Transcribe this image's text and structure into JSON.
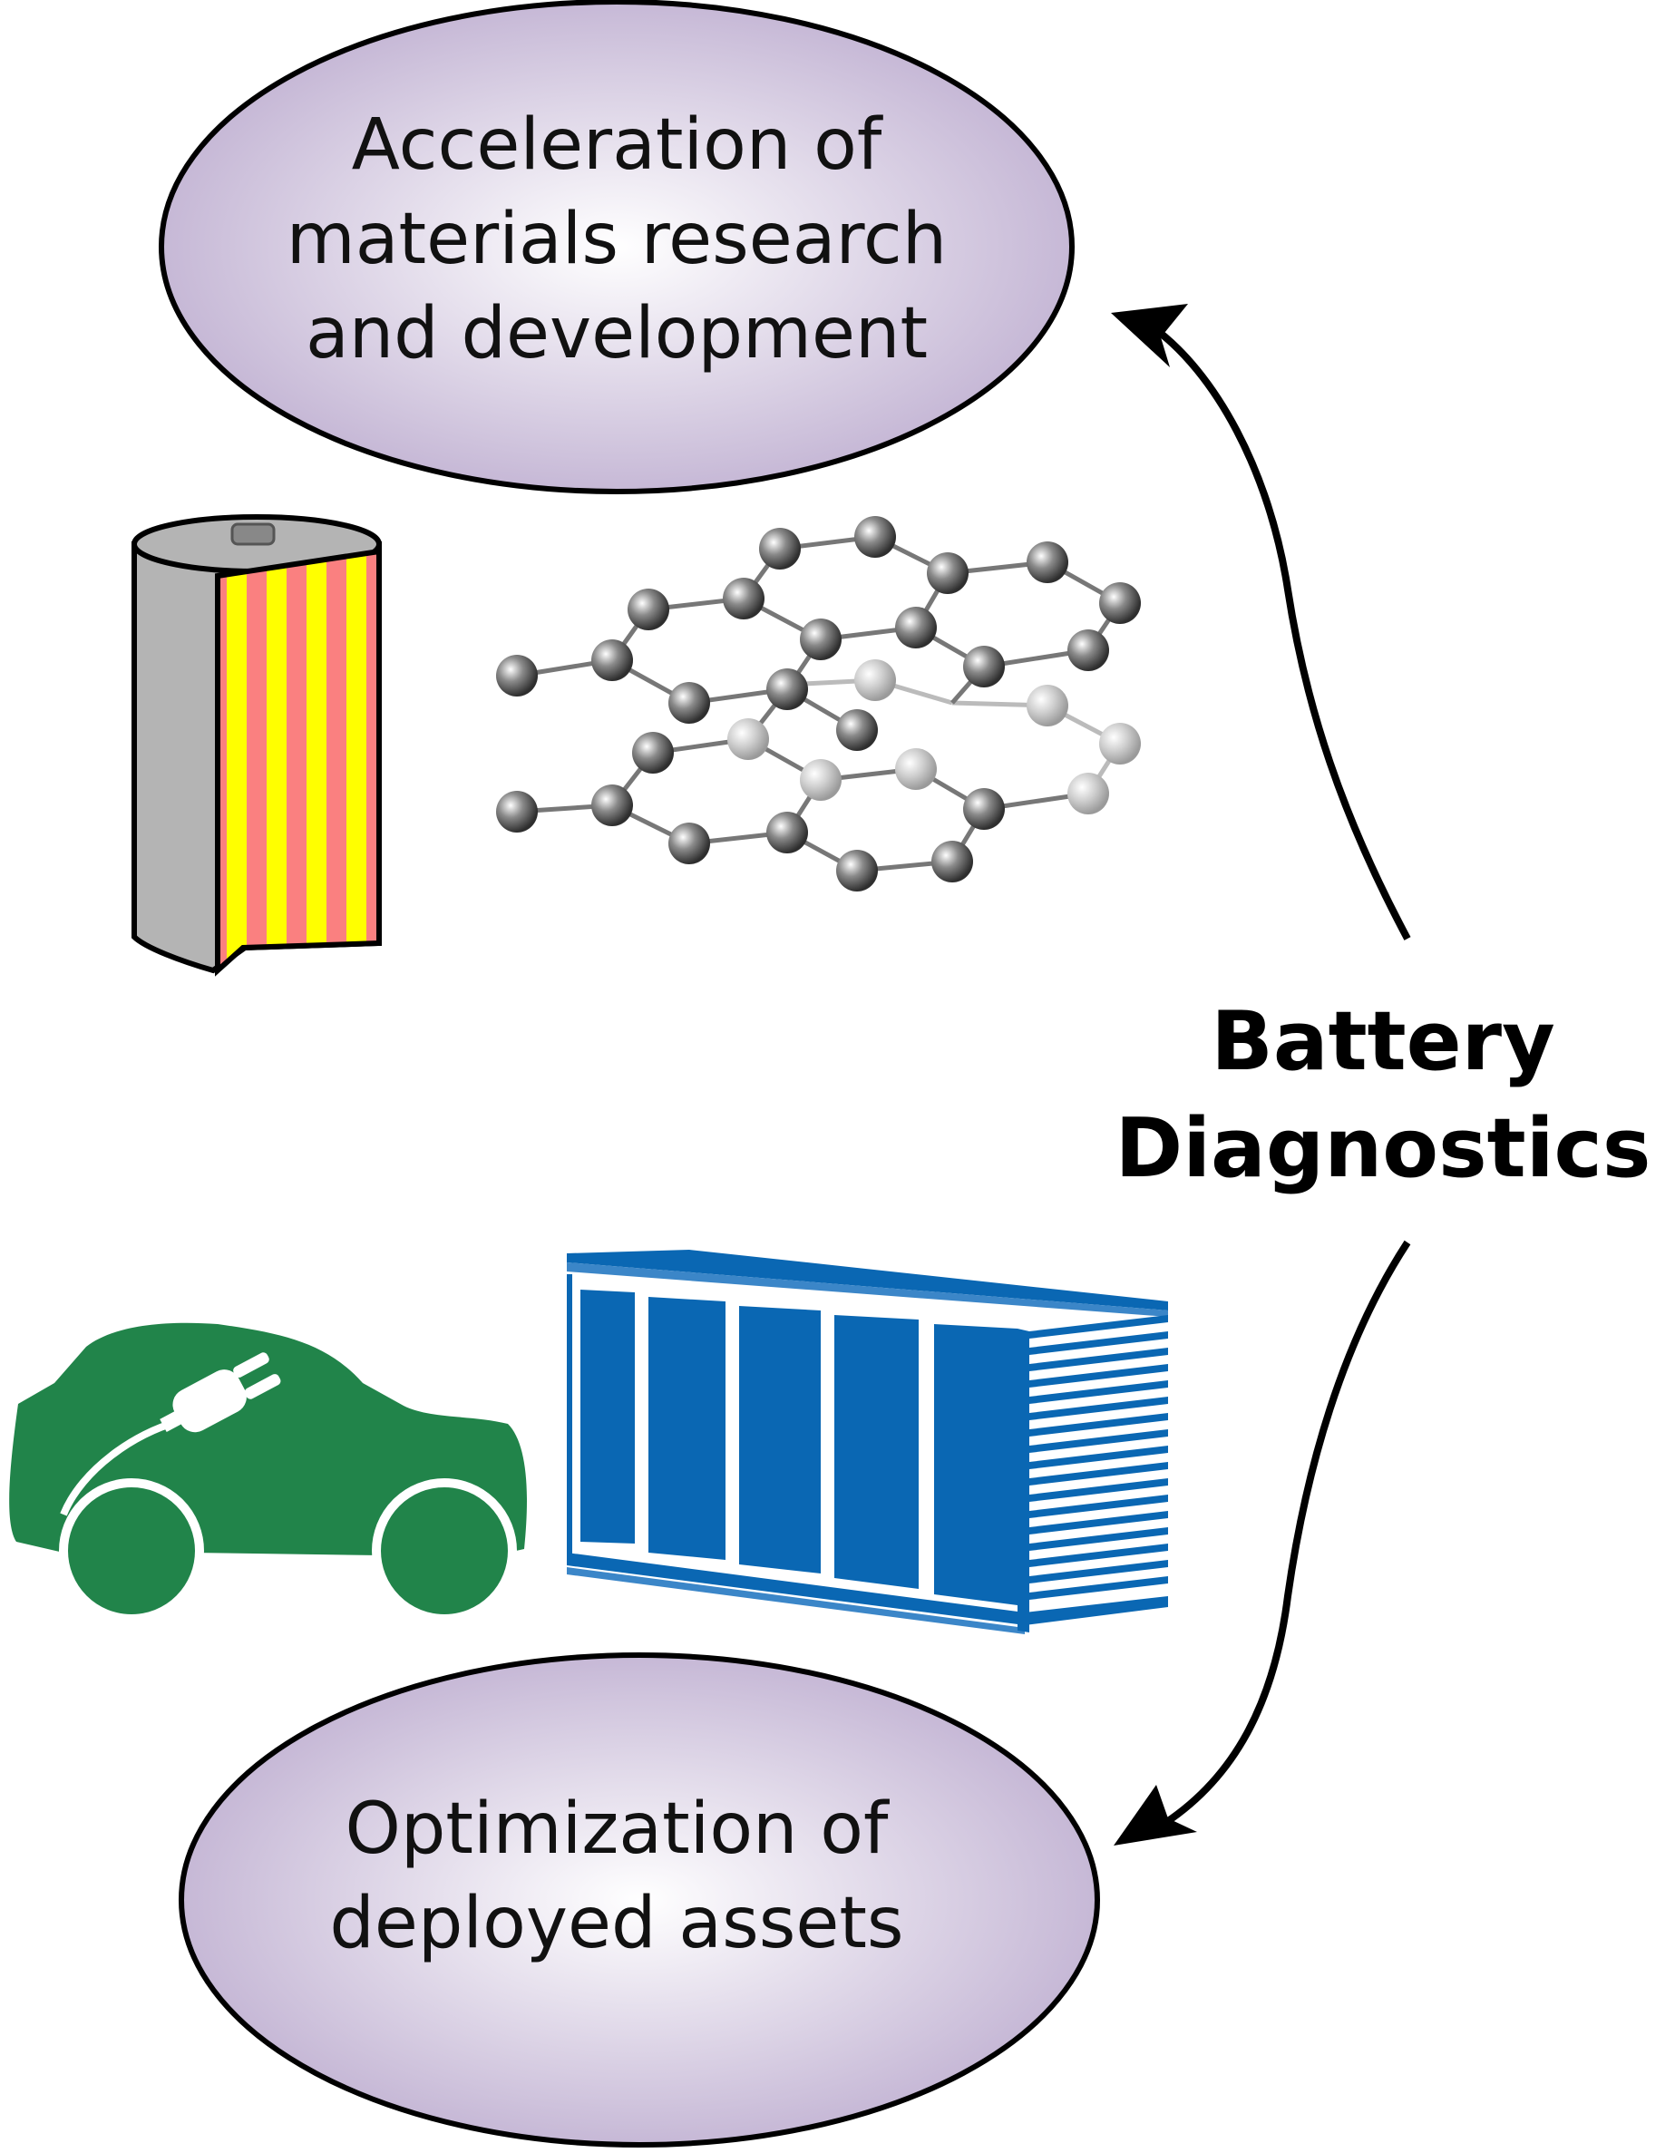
{
  "top_oval": {
    "lines": [
      "Acceleration of",
      "materials research",
      "and development"
    ]
  },
  "bottom_oval": {
    "lines": [
      "Optimization of",
      "deployed assets"
    ]
  },
  "center_label": {
    "lines": [
      "Battery",
      "Diagnostics"
    ]
  },
  "icons": [
    "battery-cell-icon",
    "graphene-lattice-icon",
    "electric-car-icon",
    "battery-pack-icon",
    "arrow-up-icon",
    "arrow-down-icon"
  ],
  "colors": {
    "oval_fill_edge": "#c9bcd8",
    "oval_fill_center": "#ffffff",
    "cell_gray": "#b4b4b4",
    "cell_stripe_yellow": "#ffff00",
    "cell_stripe_pink": "#fa8080",
    "car_green": "#21844a",
    "pack_blue": "#0a67b3",
    "atom_gray": "#555555"
  }
}
